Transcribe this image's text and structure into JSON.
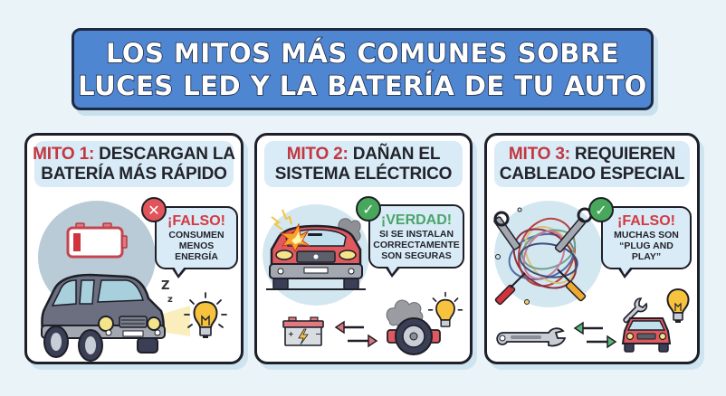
{
  "banner": {
    "line1": "LOS MITOS MÁS COMUNES SOBRE",
    "line2": "LUCES LED Y LA BATERÍA DE TU AUTO"
  },
  "colors": {
    "background": "#eaf4f8",
    "banner": "#4f86d2",
    "outline": "#1e1f28",
    "myth_tag": "#c23640",
    "false_red": "#d23a42",
    "true_green": "#4aa56a",
    "panel_header": "#d9ebf6"
  },
  "panels": [
    {
      "tag": "MITO 1:",
      "title_rest_line1": "DESCARGAN LA",
      "title_line2": "BATERÍA MÁS RÁPIDO",
      "badge_icon": "x-mark-icon",
      "badge_symbol": "✕",
      "verdict": "¡FALSO!",
      "verdict_color": "red",
      "explanation": [
        "CONSUMEN",
        "MENOS",
        "ENERGÍA"
      ],
      "illustration": [
        "low-battery-icon",
        "sleeping-car-with-headlights",
        "zzz-icon",
        "light-bulb-icon"
      ]
    },
    {
      "tag": "MITO 2:",
      "title_rest_line1": "DAÑAN EL",
      "title_line2": "SISTEMA ELÉCTRICO",
      "badge_icon": "check-mark-icon",
      "badge_symbol": "✓",
      "verdict": "¡VERDAD!",
      "verdict_color": "green",
      "explanation": [
        "SI SE INSTALAN",
        "CORRECTAMENTE",
        "SON SEGURAS"
      ],
      "illustration": [
        "car-with-sparks-and-smoke",
        "car-battery-icon",
        "swap-arrows-icon",
        "smoking-wheel-icon",
        "light-bulb-icon"
      ]
    },
    {
      "tag": "MITO 3:",
      "title_rest_line1": "REQUIEREN",
      "title_line2": "CABLEADO ESPECIAL",
      "badge_icon": "check-mark-icon",
      "badge_symbol": "✓",
      "verdict": "¡FALSO!",
      "verdict_color": "red",
      "explanation": [
        "MUCHAS SON",
        "“PLUG AND",
        "PLAY”"
      ],
      "illustration": [
        "tangled-wires-with-tools",
        "wrench-icon",
        "swap-arrows-icon",
        "car-icon",
        "light-bulb-icon"
      ]
    }
  ]
}
